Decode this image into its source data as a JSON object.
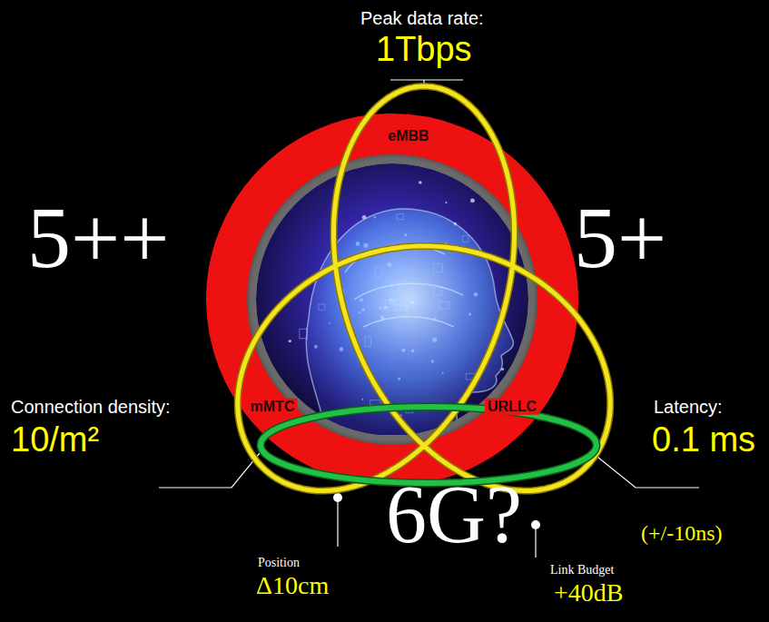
{
  "diagram": {
    "nodes": [
      {
        "text": [
          "eMBB",
          "mMTC",
          "URLLC"
        ]
      }
    ],
    "labels": [
      "Peak data rate:",
      "1Tbps",
      "5++",
      "5+",
      "Connection density:",
      "10/m²",
      "Latency:",
      "0.1 ms",
      "6G?",
      "(+/-10ns)",
      "Position",
      "Δ10cm",
      "Link Budget",
      "+40dB"
    ]
  }
}
